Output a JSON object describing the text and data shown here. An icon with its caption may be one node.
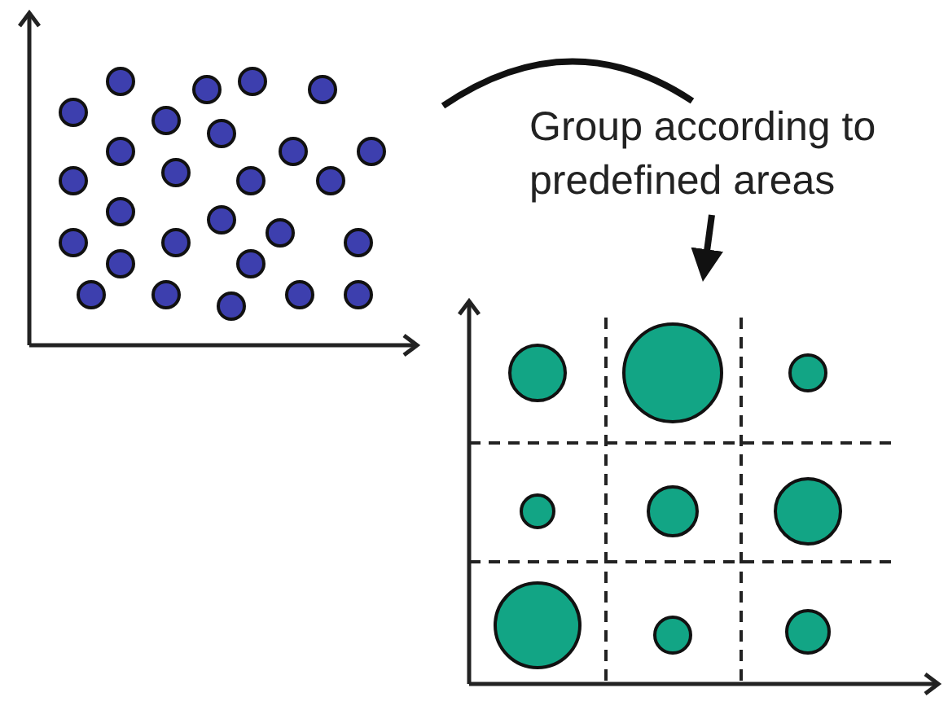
{
  "diagram": {
    "nodes": [
      {
        "text": [],
        "shape": "chart"
      },
      {
        "text": [],
        "shape": "chart"
      }
    ],
    "edges": [
      {
        "from": 0,
        "to": 1,
        "arrow": "to",
        "label": "Group according to predefined areas"
      }
    ]
  }
}
